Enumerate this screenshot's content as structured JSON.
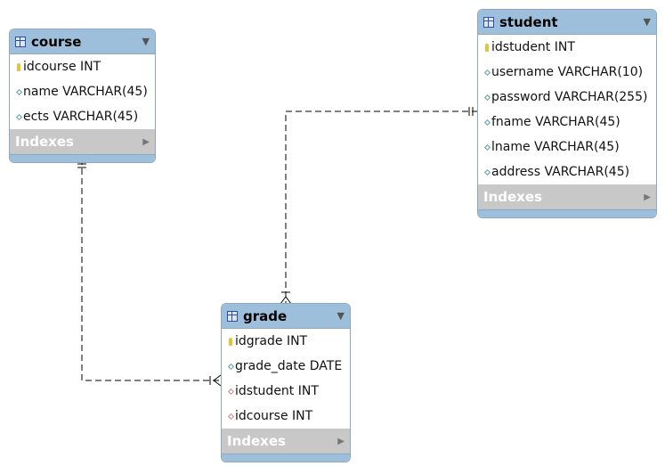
{
  "tables": {
    "course": {
      "name": "course",
      "columns": [
        {
          "label": "idcourse INT",
          "kind": "pk"
        },
        {
          "label": "name VARCHAR(45)",
          "kind": "col"
        },
        {
          "label": "ects VARCHAR(45)",
          "kind": "col"
        }
      ],
      "indexes": "Indexes"
    },
    "student": {
      "name": "student",
      "columns": [
        {
          "label": "idstudent INT",
          "kind": "pk"
        },
        {
          "label": "username VARCHAR(10)",
          "kind": "col"
        },
        {
          "label": "password VARCHAR(255)",
          "kind": "col"
        },
        {
          "label": "fname VARCHAR(45)",
          "kind": "col"
        },
        {
          "label": "lname VARCHAR(45)",
          "kind": "col"
        },
        {
          "label": "address VARCHAR(45)",
          "kind": "col"
        }
      ],
      "indexes": "Indexes"
    },
    "grade": {
      "name": "grade",
      "columns": [
        {
          "label": "idgrade INT",
          "kind": "pk"
        },
        {
          "label": "grade_date DATE",
          "kind": "col"
        },
        {
          "label": "idstudent INT",
          "kind": "fk"
        },
        {
          "label": "idcourse INT",
          "kind": "fk"
        }
      ],
      "indexes": "Indexes"
    }
  },
  "colors": {
    "header": "#9ebfdb",
    "indexes": "#c8c8c8",
    "primary_key": "#e6c43a",
    "column": "#58a0a0",
    "foreign_key": "#c8828c"
  }
}
